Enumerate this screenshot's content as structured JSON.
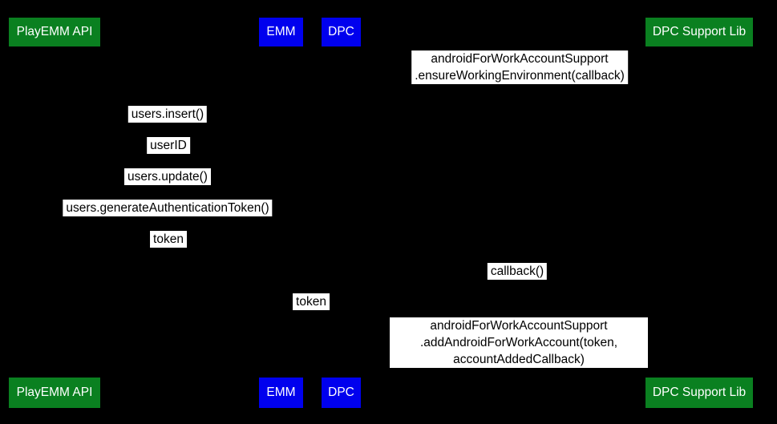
{
  "diagram": {
    "colors": {
      "background": "#000000",
      "green": "#0a8020",
      "blue": "#0000ee",
      "label_bg": "#ffffff",
      "label_text": "#000000",
      "actor_text": "#ffffff"
    },
    "actors": [
      {
        "label": "PlayEMM API",
        "color": "green"
      },
      {
        "label": "EMM",
        "color": "blue"
      },
      {
        "label": "DPC",
        "color": "blue"
      },
      {
        "label": "DPC Support Lib",
        "color": "green"
      }
    ],
    "messages": [
      {
        "text": "androidForWorkAccountSupport\n.ensureWorkingEnvironment(callback)"
      },
      {
        "text": "users.insert()"
      },
      {
        "text": "userID"
      },
      {
        "text": "users.update()"
      },
      {
        "text": "users.generateAuthenticationToken()"
      },
      {
        "text": "token"
      },
      {
        "text": "callback()"
      },
      {
        "text": "token"
      },
      {
        "text": "androidForWorkAccountSupport\n.addAndroidForWorkAccount(token, accountAddedCallback)"
      }
    ]
  }
}
